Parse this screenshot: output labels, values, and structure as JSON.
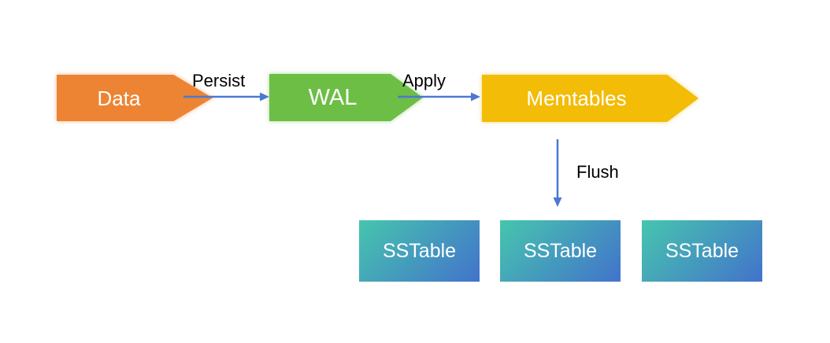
{
  "diagram": {
    "type": "flow",
    "background": "#ffffff",
    "arrow_color": "#4B78D4",
    "edge_label_color": "#000000",
    "nodes": {
      "data": {
        "label": "Data",
        "shape": "arrow-pentagon",
        "fill": "#ED8433",
        "text_color": "#ffffff"
      },
      "wal": {
        "label": "WAL",
        "shape": "arrow-pentagon",
        "fill": "#6DBE45",
        "text_color": "#ffffff"
      },
      "memtables": {
        "label": "Memtables",
        "shape": "arrow-pentagon",
        "fill": "#F2BC07",
        "text_color": "#ffffff"
      },
      "sstables": [
        {
          "label": "SSTable"
        },
        {
          "label": "SSTable"
        },
        {
          "label": "SSTable"
        }
      ],
      "sstable_style": {
        "shape": "rect",
        "gradient_from": "#47C5AE",
        "gradient_to": "#4273CB",
        "text_color": "#ffffff"
      }
    },
    "edges": [
      {
        "from": "Data",
        "to": "WAL",
        "label": "Persist",
        "direction": "right"
      },
      {
        "from": "WAL",
        "to": "Memtables",
        "label": "Apply",
        "direction": "right"
      },
      {
        "from": "Memtables",
        "to": "SSTable",
        "label": "Flush",
        "direction": "down"
      }
    ]
  }
}
